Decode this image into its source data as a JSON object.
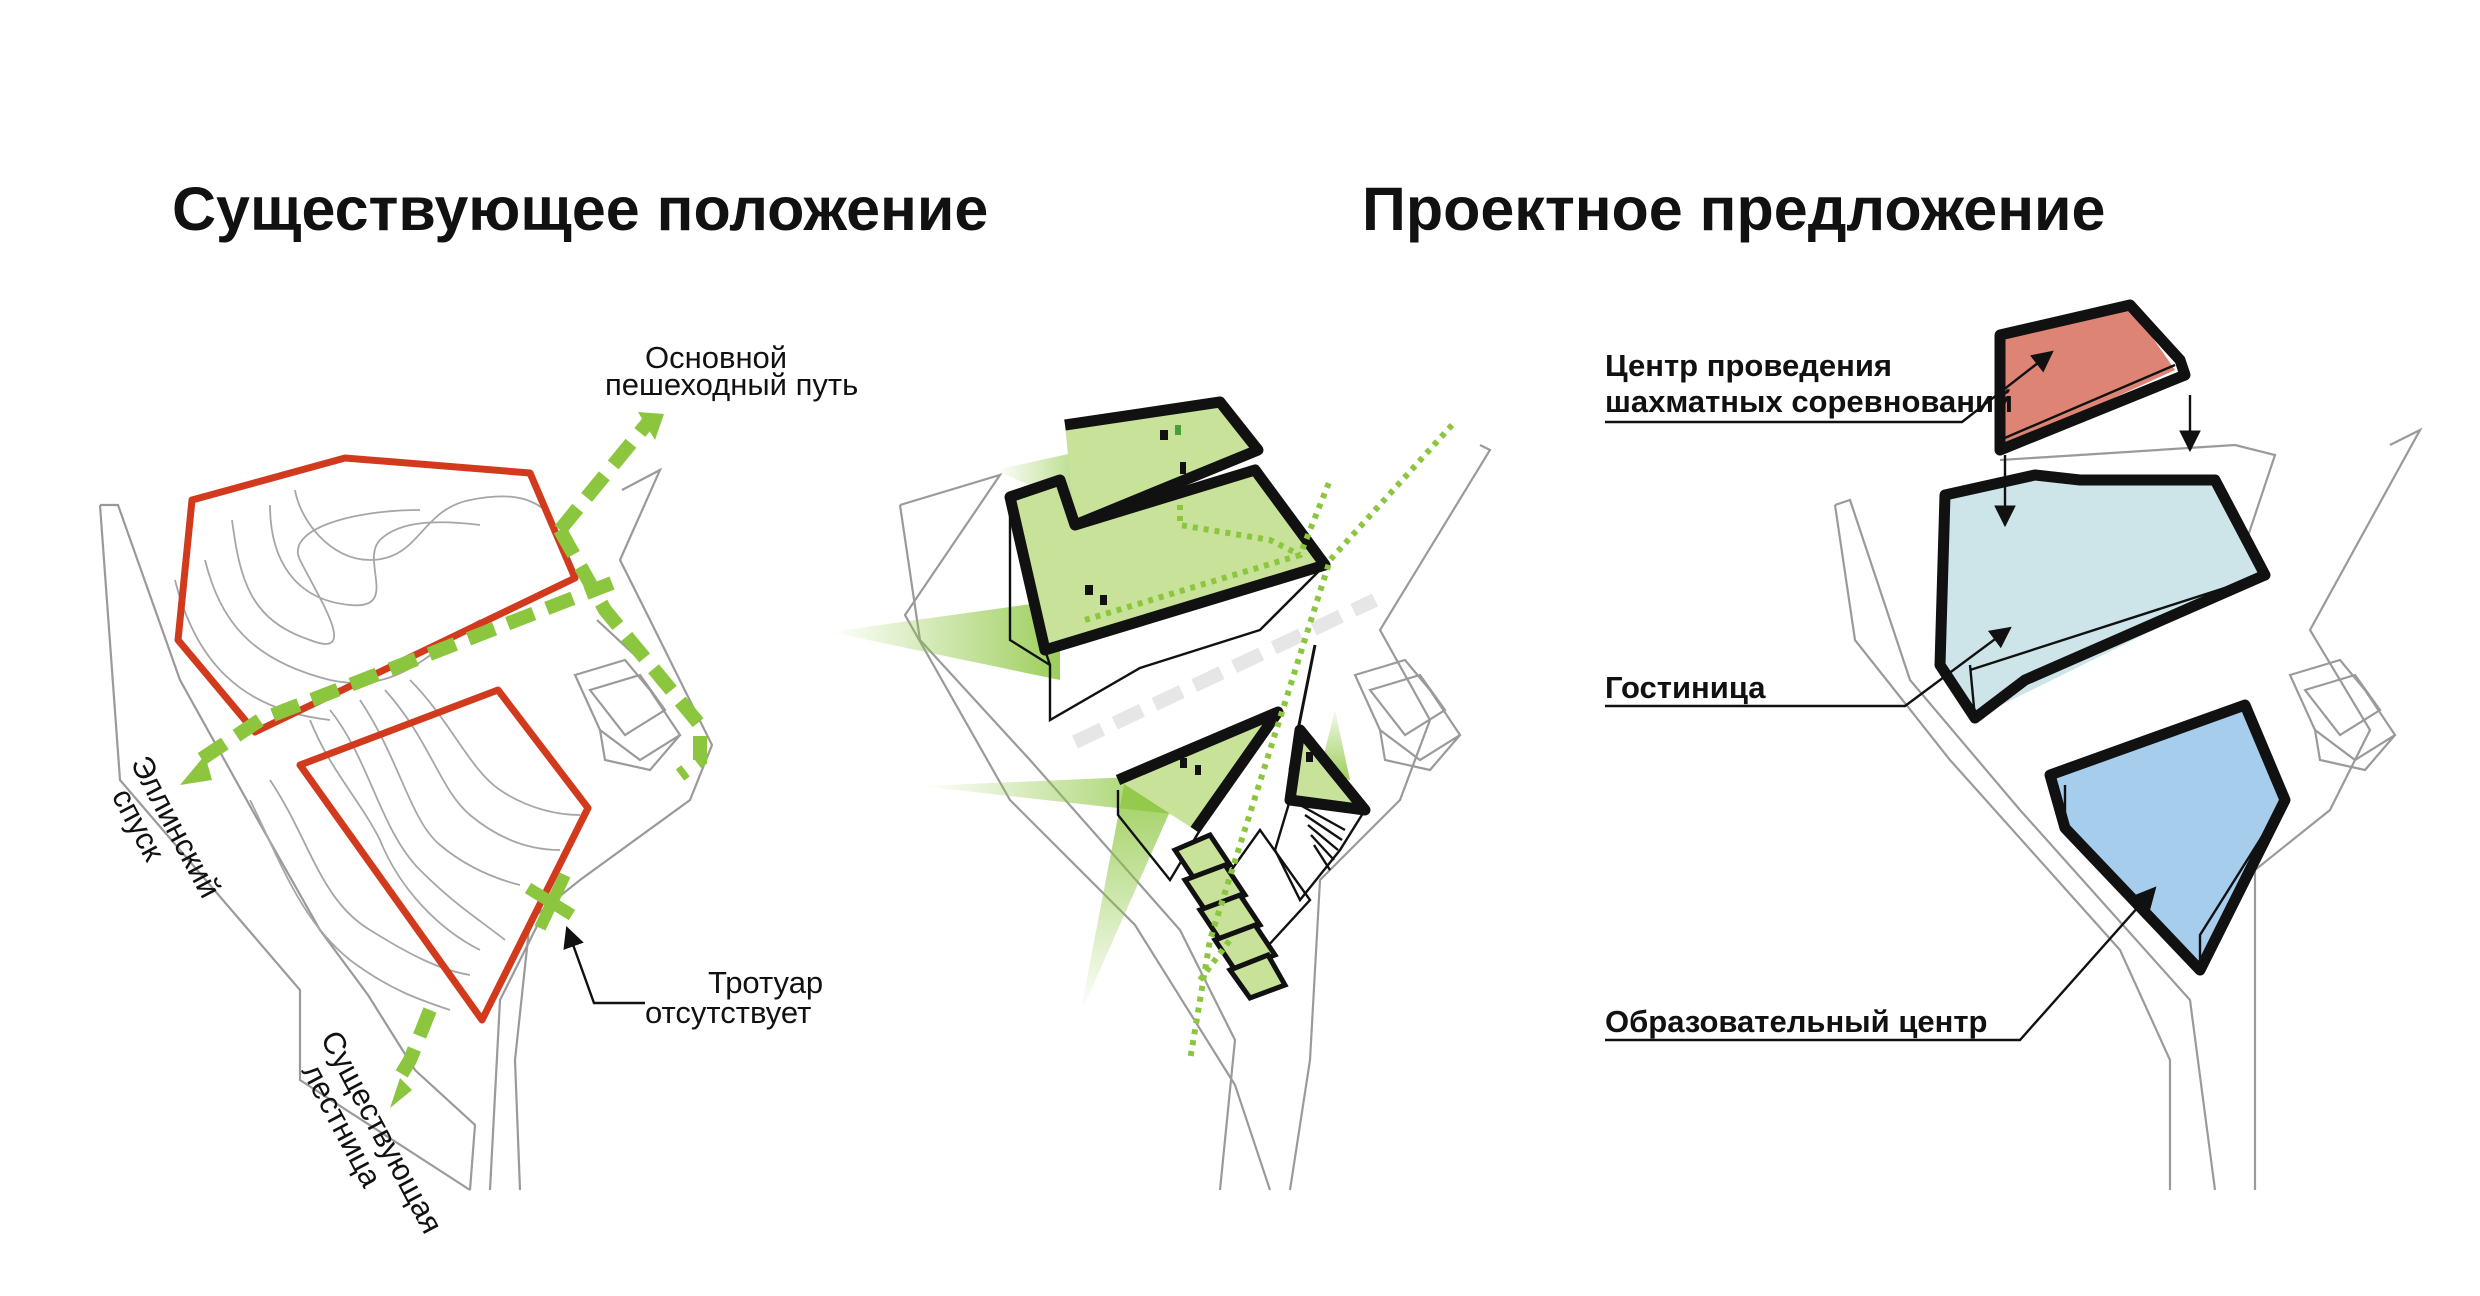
{
  "titles": {
    "existing": "Существующее  положение",
    "proposal": "Проектное предложение"
  },
  "existing_labels": {
    "main_path_1": "Основной",
    "main_path_2": "пешеходный путь",
    "hellenic_1": "Эллинский",
    "hellenic_2": "спуск",
    "sidewalk_1": "Тротуар",
    "sidewalk_2": "отсутствует",
    "stair_1": "Существующая",
    "stair_2": "лестница"
  },
  "program_labels": {
    "chess_1": "Центр проведения",
    "chess_2": "шахматных соревнований",
    "hotel": "Гостиница",
    "edu": "Образовательный центр"
  },
  "colors": {
    "site_outline": "#d23a1e",
    "pedestrian_path": "#8cc63f",
    "green_roof": "#c8e29a",
    "chess_center": "#dd8474",
    "hotel": "#cde4e9",
    "education": "#a6cdec",
    "outline": "#111111"
  }
}
